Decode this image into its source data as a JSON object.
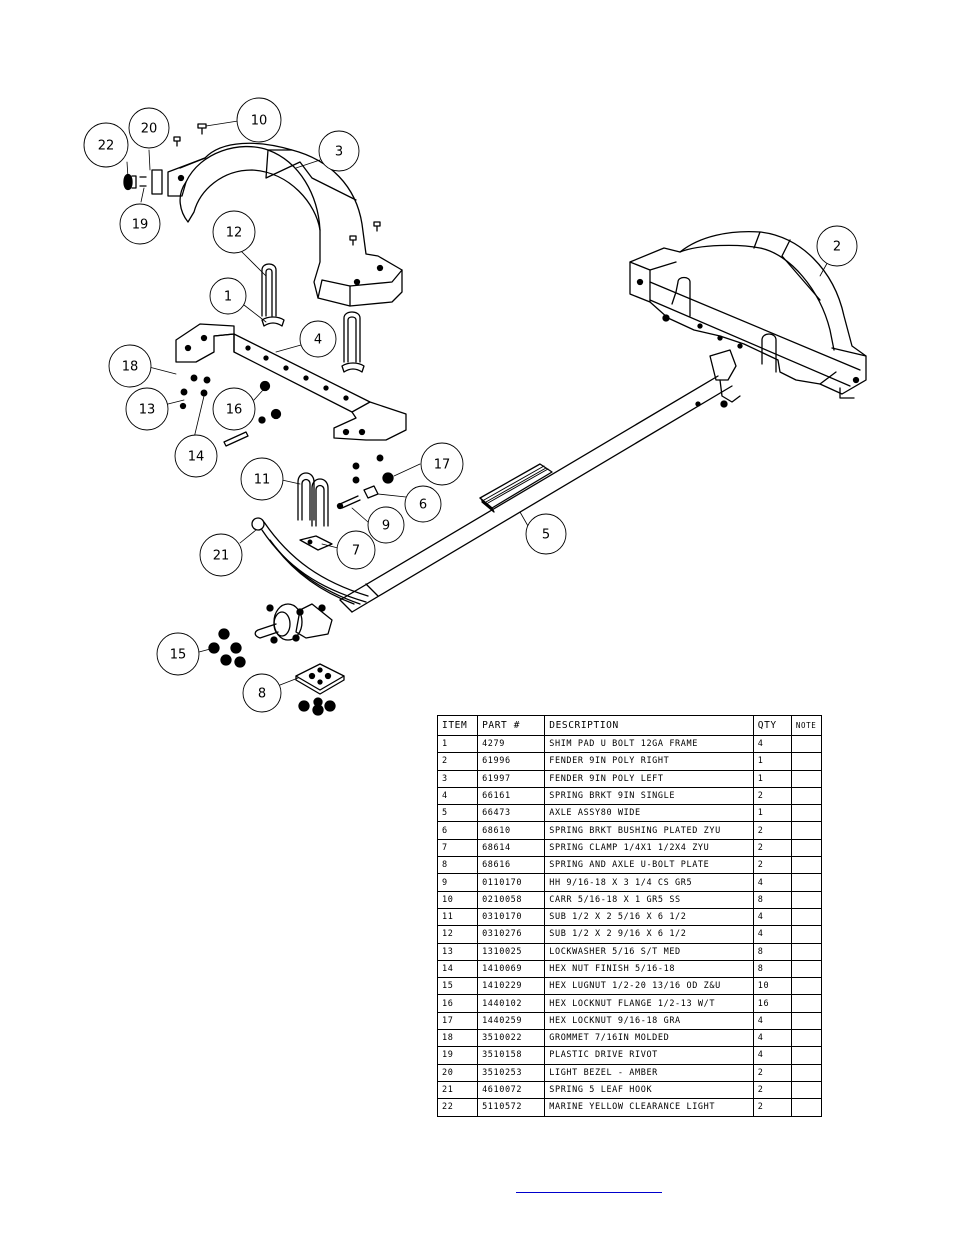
{
  "balloons": [
    "1",
    "2",
    "3",
    "4",
    "5",
    "6",
    "7",
    "8",
    "9",
    "10",
    "11",
    "12",
    "13",
    "14",
    "15",
    "16",
    "17",
    "18",
    "19",
    "20",
    "21",
    "22"
  ],
  "parts_table": {
    "headers": [
      "ITEM",
      "PART #",
      "DESCRIPTION",
      "QTY",
      "NOTE"
    ],
    "rows": [
      [
        "1",
        "4279",
        "SHIM PAD   U BOLT 12GA FRAME",
        "4",
        ""
      ],
      [
        "2",
        "61996",
        "FENDER  9IN POLY RIGHT",
        "1",
        ""
      ],
      [
        "3",
        "61997",
        "FENDER  9IN POLY LEFT",
        "1",
        ""
      ],
      [
        "4",
        "66161",
        "SPRING BRKT   9IN SINGLE",
        "2",
        ""
      ],
      [
        "5",
        "66473",
        "AXLE ASSY80 WIDE",
        "1",
        ""
      ],
      [
        "6",
        "68610",
        "SPRING BRKT BUSHING PLATED ZYU",
        "2",
        ""
      ],
      [
        "7",
        "68614",
        "SPRING CLAMP   1/4X1 1/2X4  ZYU",
        "2",
        ""
      ],
      [
        "8",
        "68616",
        "SPRING AND AXLE U-BOLT PLATE",
        "2",
        ""
      ],
      [
        "9",
        "0110170",
        "HH 9/16-18 X 3 1/4 CS GR5",
        "4",
        ""
      ],
      [
        "10",
        "0210058",
        "CARR 5/16-18 X 1 GR5 SS",
        "8",
        ""
      ],
      [
        "11",
        "0310170",
        "SUB 1/2 X 2 5/16 X 6 1/2",
        "4",
        ""
      ],
      [
        "12",
        "0310276",
        "SUB 1/2 X 2 9/16 X 6 1/2",
        "4",
        ""
      ],
      [
        "13",
        "1310025",
        "LOCKWASHER 5/16 S/T MED",
        "8",
        ""
      ],
      [
        "14",
        "1410069",
        "HEX NUT FINISH 5/16-18",
        "8",
        ""
      ],
      [
        "15",
        "1410229",
        "HEX LUGNUT 1/2-20 13/16 OD Z&U",
        "10",
        ""
      ],
      [
        "16",
        "1440102",
        "HEX LOCKNUT FLANGE 1/2-13 W/T",
        "16",
        ""
      ],
      [
        "17",
        "1440259",
        "HEX LOCKNUT 9/16-18 GRA",
        "4",
        ""
      ],
      [
        "18",
        "3510022",
        "GROMMET  7/16IN MOLDED",
        "4",
        ""
      ],
      [
        "19",
        "3510158",
        "PLASTIC DRIVE RIVOT",
        "4",
        ""
      ],
      [
        "20",
        "3510253",
        "LIGHT BEZEL - AMBER",
        "2",
        ""
      ],
      [
        "21",
        "4610072",
        "SPRING  5 LEAF HOOK",
        "2",
        ""
      ],
      [
        "22",
        "5110572",
        "MARINE YELLOW CLEARANCE LIGHT",
        "2",
        ""
      ]
    ]
  }
}
